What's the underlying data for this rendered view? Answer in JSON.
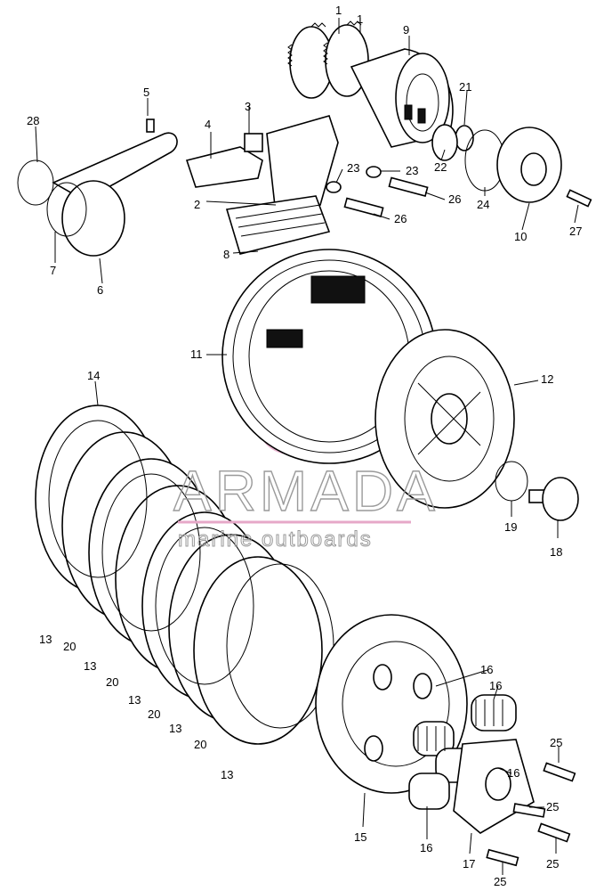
{
  "diagram": {
    "callouts": {
      "c1a": "1",
      "c1b": "1",
      "c2": "2",
      "c3": "3",
      "c4": "4",
      "c5": "5",
      "c6": "6",
      "c7": "7",
      "c8": "8",
      "c9": "9",
      "c10": "10",
      "c11": "11",
      "c12": "12",
      "c13a": "13",
      "c13b": "13",
      "c13c": "13",
      "c13d": "13",
      "c13e": "13",
      "c14": "14",
      "c15": "15",
      "c16a": "16",
      "c16b": "16",
      "c16c": "16",
      "c16d": "16",
      "c17": "17",
      "c18": "18",
      "c19": "19",
      "c20a": "20",
      "c20b": "20",
      "c20c": "20",
      "c20d": "20",
      "c21": "21",
      "c22": "22",
      "c23a": "23",
      "c23b": "23",
      "c24": "24",
      "c25a": "25",
      "c25b": "25",
      "c25c": "25",
      "c25d": "25",
      "c26a": "26",
      "c26b": "26",
      "c27": "27",
      "c28": "28"
    },
    "watermark": {
      "title": "ARMADA",
      "subtitle": "marine outboards",
      "accent_color": "#e6a8c8"
    }
  }
}
